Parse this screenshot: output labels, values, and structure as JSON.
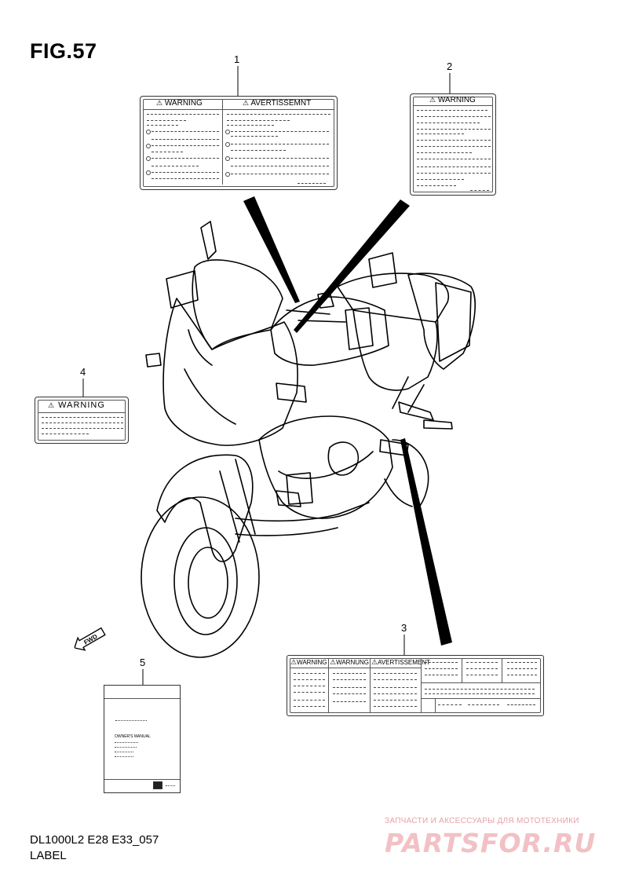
{
  "figure": {
    "title": "FIG.57",
    "code": "DL1000L2 E28 E33_057",
    "name": "LABEL"
  },
  "callouts": [
    "1",
    "2",
    "3",
    "4",
    "5"
  ],
  "labels": {
    "label1": {
      "header_left": "WARNING",
      "header_right": "AVERTISSEMNT"
    },
    "label2": {
      "header": "WARNING"
    },
    "label3": {
      "header_a": "WARNING",
      "header_b": "WARNUNG",
      "header_c": "AVERTISSEMENT"
    },
    "label4": {
      "header": "WARNING"
    },
    "label5": {
      "booklet_title": "OWNER'S MANUAL"
    }
  },
  "direction_marker": "FWD",
  "watermark": {
    "tagline": "ЗАПЧАСТИ И АКСЕССУАРЫ ДЛЯ МОТОТЕХНИКИ",
    "brand": "PARTSFOR.RU"
  },
  "icons": [
    "warning-triangle-icon",
    "fwd-arrow-icon",
    "motorcycle-illustration"
  ],
  "colors": {
    "line": "#000000",
    "watermark": "#e8a0a6"
  }
}
